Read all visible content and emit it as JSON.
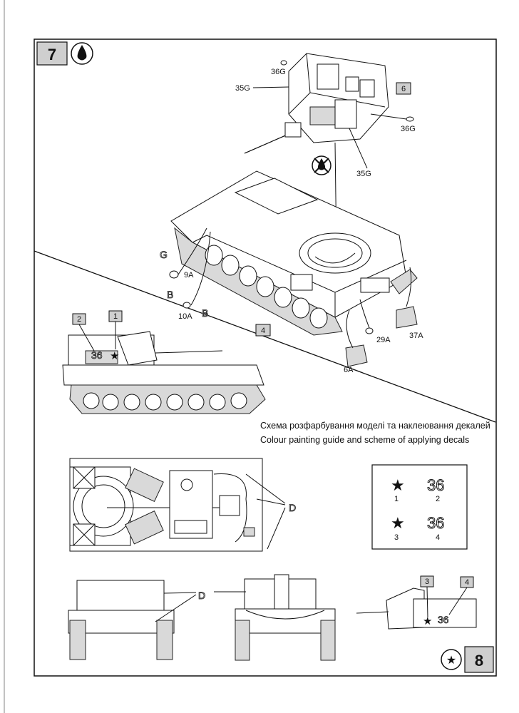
{
  "steps": {
    "step7": "7",
    "step8": "8",
    "sub6": "6",
    "sub4": "4"
  },
  "parts": {
    "p36g_top": "36G",
    "p35g_left": "35G",
    "p36g_right": "36G",
    "p35g_bottom": "35G",
    "p9a": "9A",
    "p10a": "10A",
    "p29a": "29A",
    "p37a": "37A",
    "p6a": "6A"
  },
  "paint_codes": {
    "g": "G",
    "b1": "B",
    "b2": "B",
    "d_top": "D",
    "d_front": "D"
  },
  "side_view": {
    "callout_2": "2",
    "callout_1": "1",
    "number": "36"
  },
  "caption": {
    "ukrainian": "Схема розфарбування моделі та наклеювання декалей",
    "english": "Colour painting guide and scheme of applying decals"
  },
  "decal_sheet": {
    "label_1": "1",
    "label_2": "2",
    "label_3": "3",
    "label_4": "4",
    "number_a": "36",
    "number_b": "36"
  },
  "rear_view": {
    "callout_3": "3",
    "callout_4": "4",
    "number": "36"
  },
  "icons": {
    "paint_drop": "paint-drop-icon",
    "no_glue": "no-glue-icon",
    "star_paint": "star-paint-icon"
  }
}
